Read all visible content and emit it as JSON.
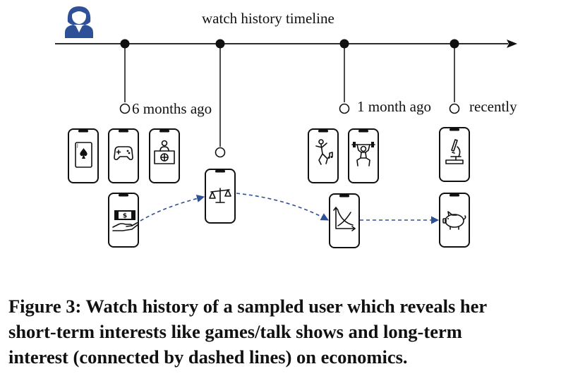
{
  "timeline": {
    "title": "watch history timeline",
    "labels": {
      "six_months": "6 months ago",
      "one_month": "1 month ago",
      "recently": "recently"
    }
  },
  "icons": {
    "user": "user-avatar-icon",
    "phones": [
      "playing-card-icon",
      "gamepad-icon",
      "talk-show-icon",
      "money-hand-icon",
      "balance-scale-icon",
      "dancer-icon",
      "weightlifter-icon",
      "microscope-icon",
      "supply-demand-graph-icon",
      "piggy-bank-icon"
    ]
  },
  "colors": {
    "user_icon": "#2e5096",
    "dashed_link": "#2e5096",
    "line": "#111111"
  },
  "caption": {
    "line1": "Figure 3: Watch history of a sampled user which reveals her",
    "line2": "short-term interests like games/talk shows and long-term",
    "line3": "interest (connected by dashed lines) on economics."
  }
}
